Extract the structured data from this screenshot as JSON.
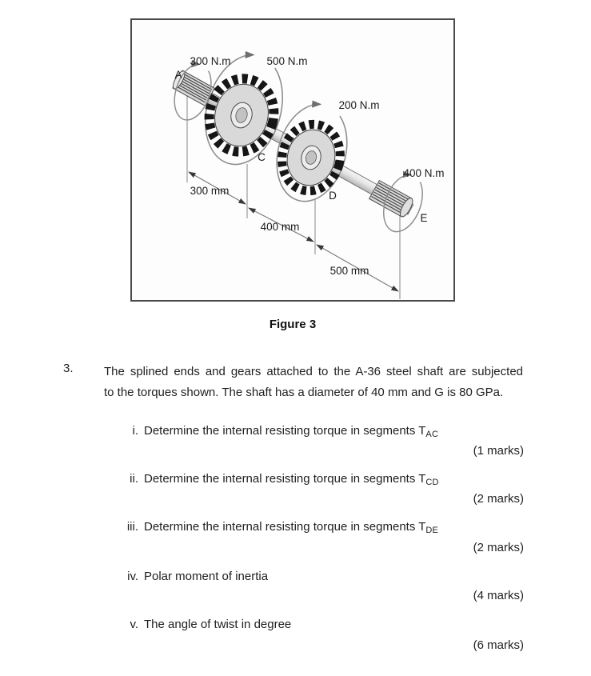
{
  "figure": {
    "caption": "Figure 3",
    "labels": {
      "point_a": "A",
      "point_c": "C",
      "point_d": "D",
      "point_e": "E",
      "torque_a": "300 N.m",
      "torque_c": "500 N.m",
      "torque_d": "200 N.m",
      "torque_e": "400 N.m",
      "dim_ac": "300 mm",
      "dim_cd": "400 mm",
      "dim_de": "500 mm"
    },
    "colors": {
      "line_gray": "#8f8f8f",
      "ink": "#1c1c1c",
      "gear_dark": "#161616",
      "metal_light": "#d9d9d9"
    }
  },
  "question": {
    "number": "3.",
    "line1": "The splined ends and gears attached to the A-36 steel shaft are subjected",
    "line2": "to the torques shown. The shaft has a diameter of 40 mm and G is 80 GPa.",
    "items": [
      {
        "numeral": "i.",
        "text": "Determine the internal resisting torque in segments T",
        "subscript": "AC",
        "marks": "(1 marks)"
      },
      {
        "numeral": "ii.",
        "text": "Determine the internal resisting torque in segments T",
        "subscript": "CD",
        "marks": "(2 marks)"
      },
      {
        "numeral": "iii.",
        "text": "Determine the internal resisting torque in segments T",
        "subscript": "DE",
        "marks": "(2 marks)"
      },
      {
        "numeral": "iv.",
        "text": "Polar moment of inertia",
        "subscript": "",
        "marks": "(4 marks)"
      },
      {
        "numeral": "v.",
        "text": "The angle of twist in degree",
        "subscript": "",
        "marks": "(6 marks)"
      }
    ]
  }
}
